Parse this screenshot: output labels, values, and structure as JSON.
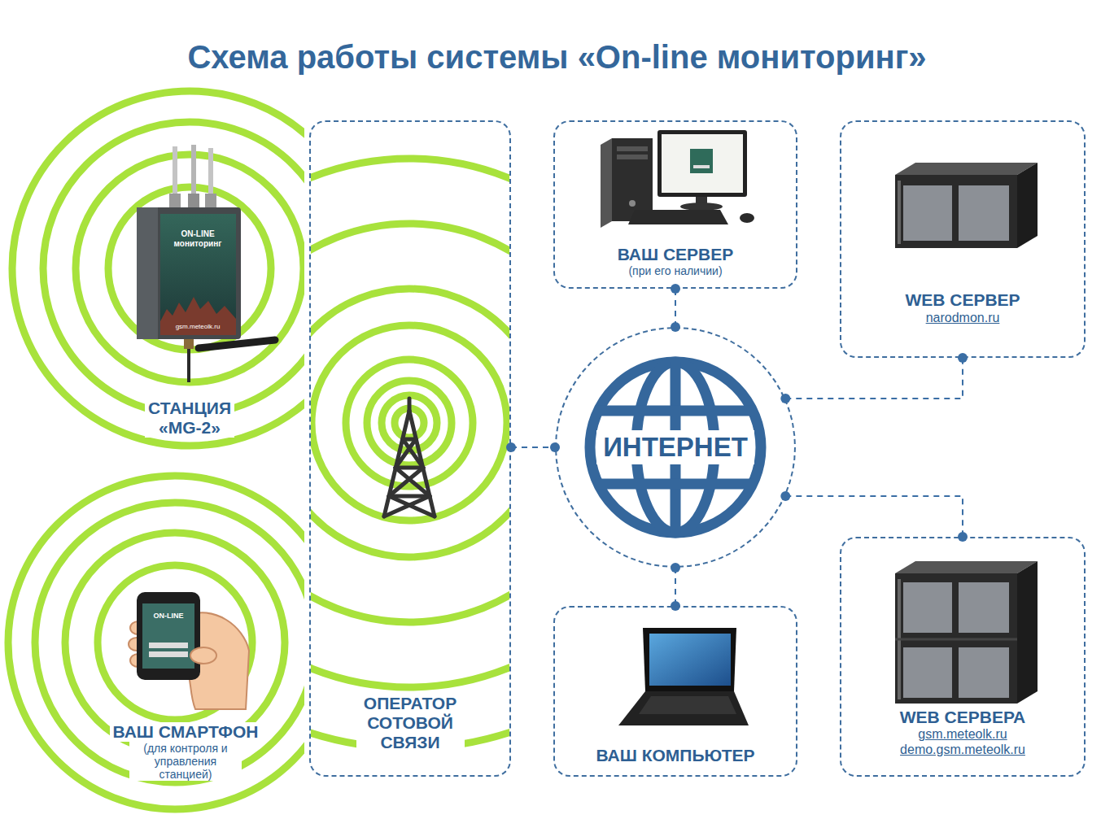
{
  "diagram": {
    "title": "Схема работы системы «On-line мониторинг»",
    "nodes": [
      {
        "text": [
          "СТАНЦИЯ «MG-2»"
        ]
      },
      {
        "text": [
          "ОПЕРАТОР СОТОВОЙ СВЯЗИ"
        ]
      },
      {
        "text": [
          "ВАШ СЕРВЕР",
          "(при его наличии)"
        ]
      },
      {
        "text": [
          "WEB СЕРВЕР",
          "narodmon.ru"
        ]
      },
      {
        "text": [
          "ИНТЕРНЕТ"
        ]
      },
      {
        "text": [
          "ВАШ СМАРТФОН",
          "(для контроля и управления станцией)"
        ]
      },
      {
        "text": [
          "ВАШ КОМПЬЮТЕР"
        ]
      },
      {
        "text": [
          "WEB СЕРВЕРА",
          "gsm.meteolk.ru",
          "demo.gsm.meteolk.ru"
        ]
      }
    ],
    "edges": [
      {
        "from": 1,
        "to": 4,
        "arrow": "none"
      },
      {
        "from": 4,
        "to": 2,
        "arrow": "none"
      },
      {
        "from": 4,
        "to": 3,
        "arrow": "none"
      },
      {
        "from": 4,
        "to": 6,
        "arrow": "none"
      },
      {
        "from": 4,
        "to": 7,
        "arrow": "none"
      }
    ],
    "labels": [
      "ON-LINE мониторинг",
      "gsm.meteolk.ru",
      "ON-LINE"
    ]
  }
}
